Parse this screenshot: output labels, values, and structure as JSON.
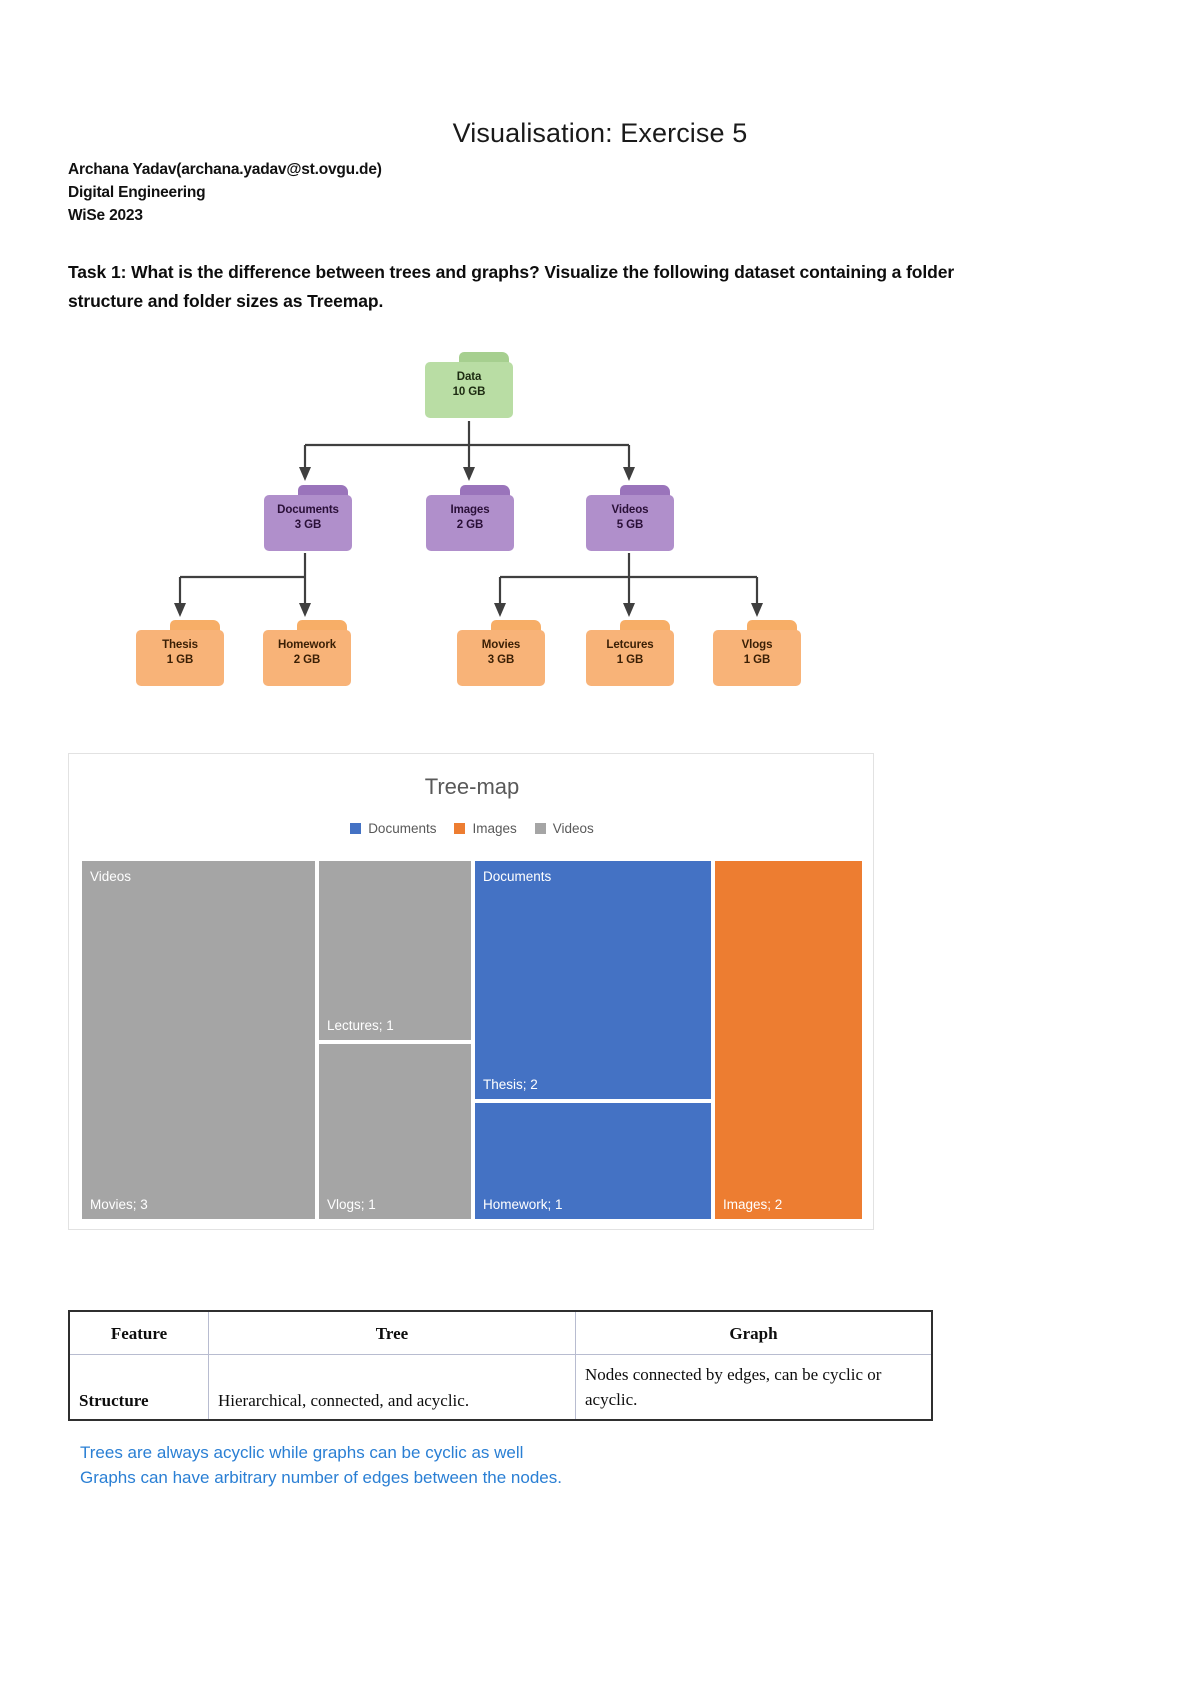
{
  "document": {
    "title": "Visualisation: Exercise 5",
    "author_line": "Archana Yadav(archana.yadav@st.ovgu.de)",
    "program_line": "Digital Engineering",
    "term_line": "WiSe 2023",
    "task_heading": "Task 1: What is the difference between trees and graphs? Visualize the following dataset containing a folder structure and folder sizes as Treemap."
  },
  "folder_tree": {
    "root": {
      "name": "Data",
      "size": "10 GB",
      "color": "#b9dda4"
    },
    "level2": [
      {
        "name": "Documents",
        "size": "3 GB",
        "color": "#b08fcb"
      },
      {
        "name": "Images",
        "size": "2 GB",
        "color": "#b08fcb"
      },
      {
        "name": "Videos",
        "size": "5 GB",
        "color": "#b08fcb"
      }
    ],
    "level3": [
      {
        "name": "Thesis",
        "size": "1 GB",
        "color": "#f8b378",
        "parent": "Documents"
      },
      {
        "name": "Homework",
        "size": "2 GB",
        "color": "#f8b378",
        "parent": "Documents"
      },
      {
        "name": "Movies",
        "size": "3 GB",
        "color": "#f8b378",
        "parent": "Videos"
      },
      {
        "name": "Letcures",
        "size": "1 GB",
        "color": "#f8b378",
        "parent": "Videos"
      },
      {
        "name": "Vlogs",
        "size": "1 GB",
        "color": "#f8b378",
        "parent": "Videos"
      }
    ]
  },
  "chart_data": {
    "type": "treemap",
    "title": "Tree-map",
    "legend": [
      {
        "label": "Documents",
        "color": "#4472c4"
      },
      {
        "label": "Images",
        "color": "#ed7d31"
      },
      {
        "label": "Videos",
        "color": "#a5a5a5"
      }
    ],
    "legend_position": "top-center",
    "group_labels": [
      "Videos",
      "Documents"
    ],
    "tiles": [
      {
        "label": "Movies; 3",
        "group": "Videos",
        "value": 3,
        "color": "#a5a5a5"
      },
      {
        "label": "Lectures; 1",
        "group": "Videos",
        "value": 1,
        "color": "#a5a5a5"
      },
      {
        "label": "Vlogs; 1",
        "group": "Videos",
        "value": 1,
        "color": "#a5a5a5"
      },
      {
        "label": "Thesis; 2",
        "group": "Documents",
        "value": 2,
        "color": "#4472c4"
      },
      {
        "label": "Homework; 1",
        "group": "Documents",
        "value": 1,
        "color": "#4472c4"
      },
      {
        "label": "Images; 2",
        "group": "Images",
        "value": 2,
        "color": "#ed7d31"
      }
    ]
  },
  "comparison_table": {
    "headers": [
      "Feature",
      "Tree",
      "Graph"
    ],
    "rows": [
      {
        "feature": "Structure",
        "tree": "Hierarchical, connected, and acyclic.",
        "graph": "Nodes connected by edges, can be cyclic or acyclic."
      }
    ]
  },
  "notes": {
    "line1": "Trees are always acyclic while graphs can be cyclic as well",
    "line2": "Graphs can have arbitrary number of edges between the nodes."
  }
}
